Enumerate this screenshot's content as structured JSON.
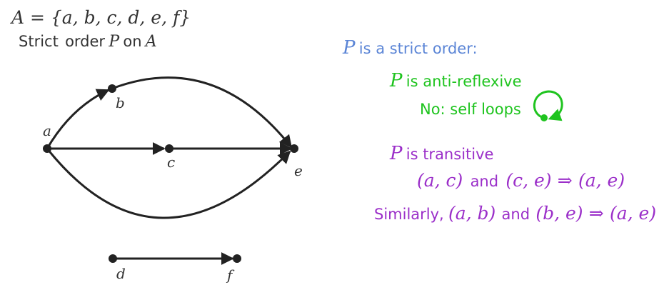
{
  "header": {
    "set_def": "A = {a, b, c, d, e, f}",
    "strict_word": "Strict",
    "order_word": "order",
    "P_sym": "P",
    "on_word": "on",
    "A_sym": "A"
  },
  "graph": {
    "nodes": [
      {
        "id": "a",
        "label": "a"
      },
      {
        "id": "b",
        "label": "b"
      },
      {
        "id": "c",
        "label": "c"
      },
      {
        "id": "d",
        "label": "d"
      },
      {
        "id": "e",
        "label": "e"
      },
      {
        "id": "f",
        "label": "f"
      }
    ],
    "edges": [
      {
        "from": "a",
        "to": "b"
      },
      {
        "from": "b",
        "to": "e"
      },
      {
        "from": "a",
        "to": "c"
      },
      {
        "from": "c",
        "to": "e"
      },
      {
        "from": "a",
        "to": "e"
      },
      {
        "from": "d",
        "to": "f"
      }
    ],
    "stroke_color": "#222222"
  },
  "notes": {
    "is_strict": {
      "sym": "P",
      "text": "is a  strict order:",
      "color": "#5b85d6"
    },
    "anti_reflexive": {
      "sym": "P",
      "text": "is anti-reflexive",
      "color": "#1fc41f"
    },
    "no_loops": {
      "text": "No: self loops",
      "color": "#1fc41f"
    },
    "transitive": {
      "sym": "P",
      "text": "is transitive",
      "color": "#9b2fc9"
    },
    "line1": {
      "left": "(a, c)",
      "and": "and",
      "right": "(c, e)",
      "arrow": "⇒",
      "result": "(a, e)"
    },
    "line2": {
      "prefix": "Similarly,",
      "left": "(a, b)",
      "and": "and",
      "right": "(b, e)",
      "arrow": "⇒",
      "result": "(a, e)"
    }
  }
}
